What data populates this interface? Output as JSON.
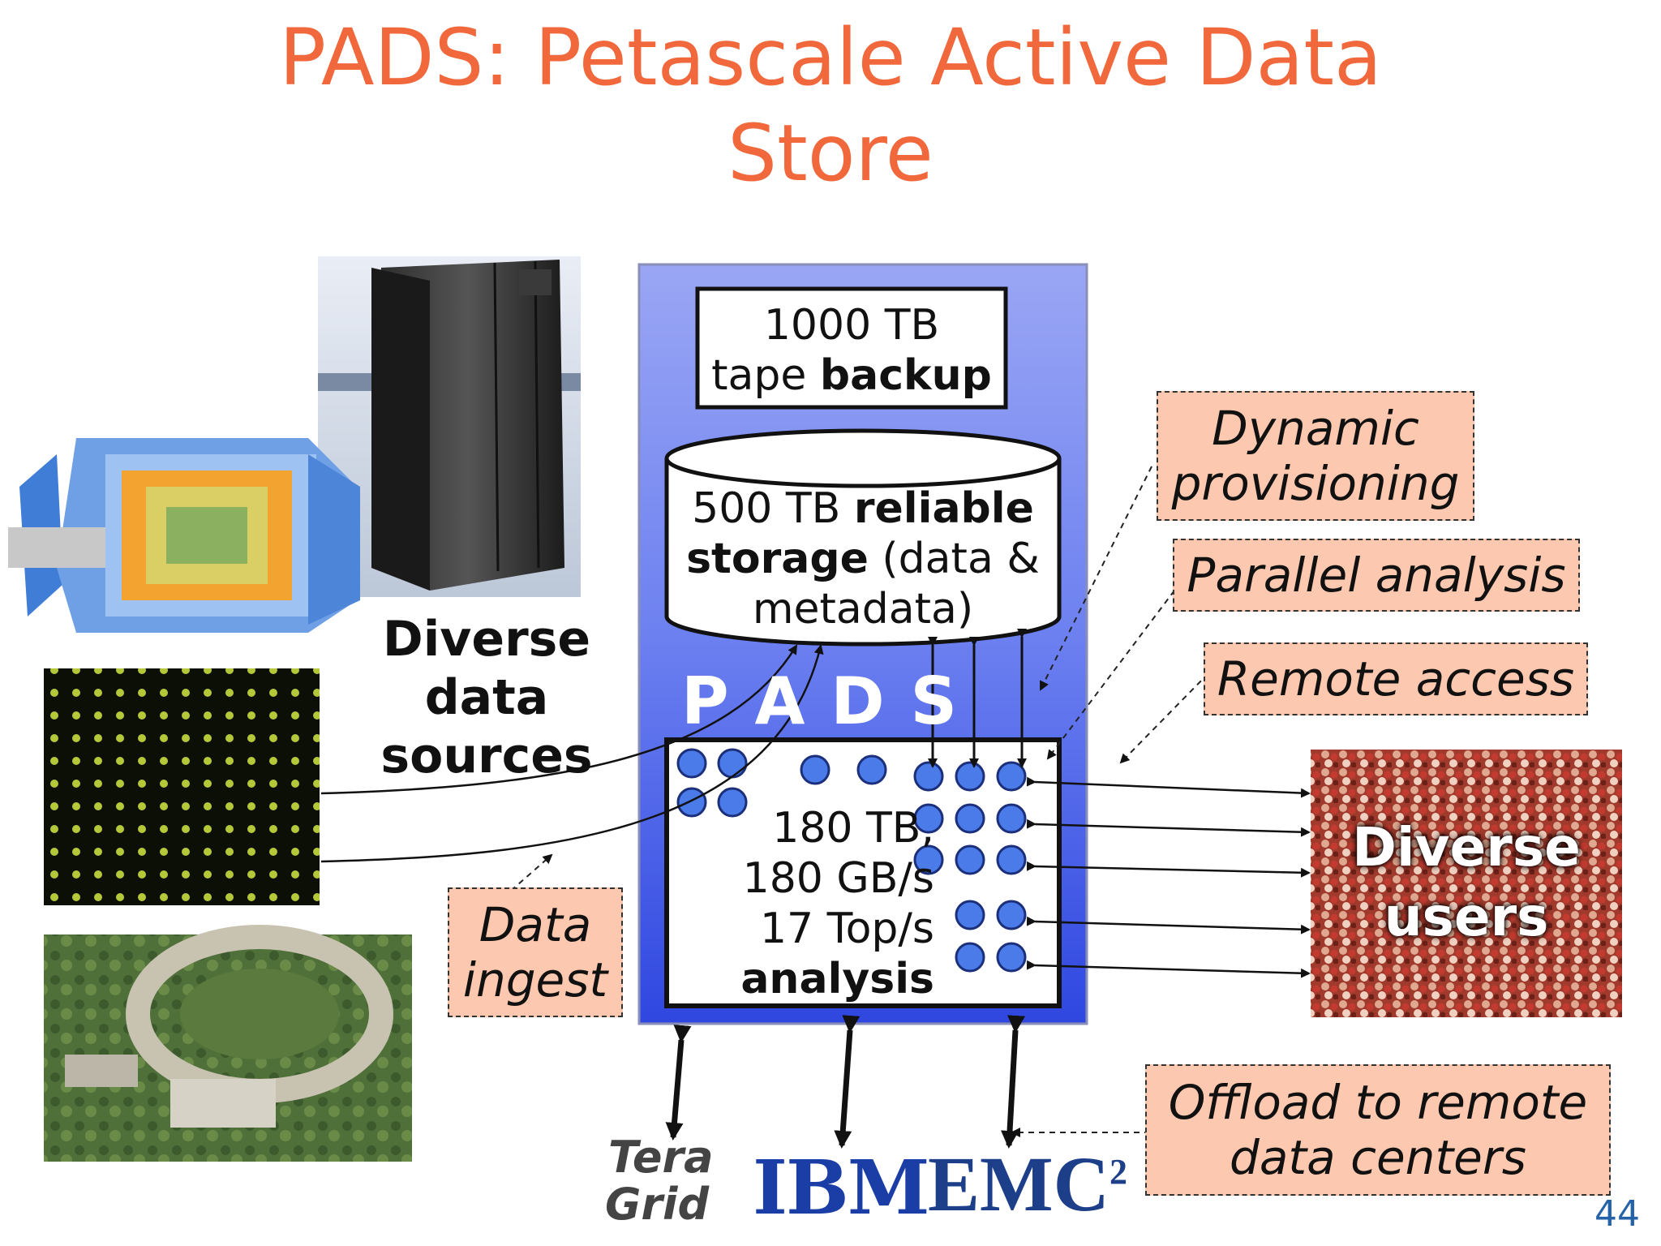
{
  "title": {
    "line1": "PADS: Petascale Active Data",
    "line2": "Store"
  },
  "pads": {
    "label": "P A D S",
    "tape": {
      "line1": "1000 TB",
      "line2_plain": "tape ",
      "line2_bold": "backup"
    },
    "storage": {
      "line1_plain": "500 TB ",
      "line1_bold": "reliable",
      "line2_bold": "storage",
      "line2_plain": " (data &",
      "line3": "metadata)"
    },
    "analysis": {
      "line1": "180 TB,",
      "line2": "180 GB/s",
      "line3": "17 Top/s",
      "line4": "analysis"
    }
  },
  "left_label": {
    "line1": "Diverse",
    "line2": "data",
    "line3": "sources"
  },
  "callouts": {
    "dynamic": {
      "line1": "Dynamic",
      "line2": "provisioning"
    },
    "parallel": "Parallel analysis",
    "remote": "Remote access",
    "ingest": {
      "line1": "Data",
      "line2": "ingest"
    },
    "offload": {
      "line1": "Offload to remote",
      "line2": "data centers"
    }
  },
  "users": {
    "line1": "Diverse",
    "line2": "users"
  },
  "logos": {
    "tera_line1": "Tera",
    "tera_line2": "Grid",
    "ibm": "IBM",
    "emc": "EMC",
    "emc_sup": "2"
  },
  "page_number": "44",
  "colors": {
    "title": "#f0683c",
    "pads_panel": "#4b63e8",
    "callout_fill": "#fcc8b0",
    "node": "#4a7be8"
  }
}
